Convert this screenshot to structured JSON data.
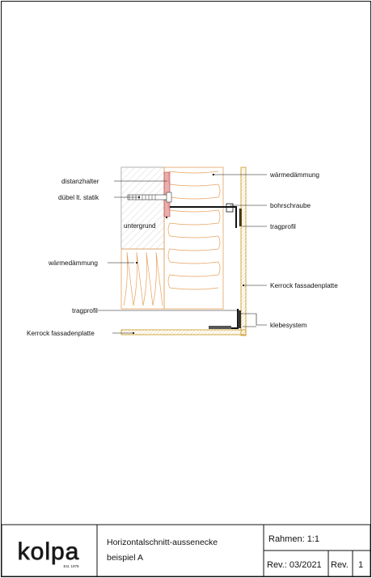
{
  "drawing": {
    "labels": {
      "distanzhalter": "distanzhalter",
      "duebel": "dübel lt. statik",
      "untergrund": "untergrund",
      "waermedaemmung_left": "wärmedämmung",
      "tragprofil_left": "tragprofil",
      "kerrock_left": "Kerrock fassadenplatte",
      "waermedaemmung_right": "wärmedämmung",
      "bohrschraube": "bohrschraube",
      "tragprofil_right": "tragprofil",
      "kerrock_right": "Kerrock fassadenplatte",
      "klebesystem": "klebesystem"
    },
    "colors": {
      "insulation": "#e8a05a",
      "panel": "#f2c33a",
      "spacer": "#d96b6b",
      "concrete_hatch": "#9a9a9a",
      "line": "#111111"
    }
  },
  "title_block": {
    "logo_text": "kolpa",
    "logo_sub": "Est. 1978",
    "title_line1": "Horizontalschnitt-aussenecke",
    "title_line2": "beispiel A",
    "scale": "Rahmen: 1:1",
    "rev_date": "Rev.: 03/2021",
    "rev_label": "Rev.",
    "rev_number": "1"
  }
}
